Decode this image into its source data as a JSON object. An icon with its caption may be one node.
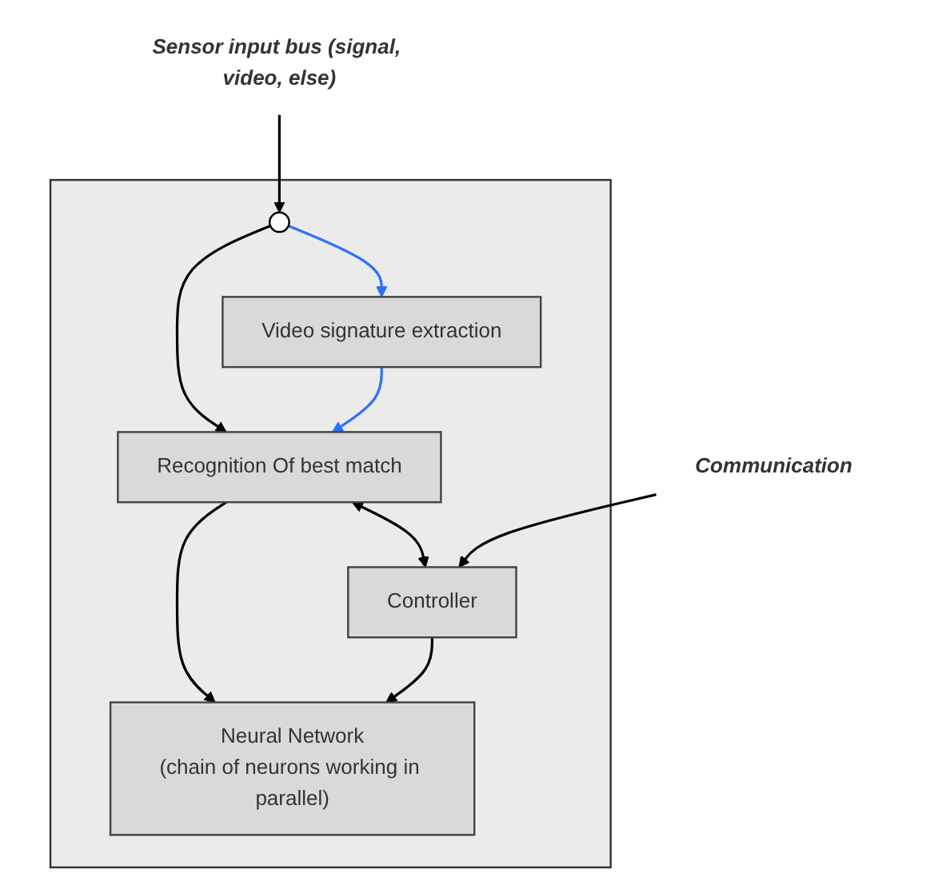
{
  "diagram": {
    "nodes": [
      {
        "text": [],
        "shape": "box"
      },
      {
        "text": [
          "Sensor input bus (signal, video, else)"
        ]
      },
      {
        "text": [],
        "shape": "circle",
        "in": 0
      },
      {
        "text": [
          "Video signature extraction"
        ],
        "in": 0
      },
      {
        "text": [
          "Recognition Of best match"
        ],
        "in": 0
      },
      {
        "text": [
          "Communication"
        ]
      },
      {
        "text": [
          "Controller"
        ],
        "in": 0
      },
      {
        "text": [
          "Neural Network",
          "(chain of neurons working in parallel)"
        ],
        "in": 0
      }
    ],
    "edges": [
      {
        "from": 1,
        "to": 2,
        "arrow": "to"
      },
      {
        "from": 2,
        "to": 3,
        "arrow": "to",
        "color": "#2f6fff"
      },
      {
        "from": 2,
        "to": 4,
        "arrow": "to"
      },
      {
        "from": 3,
        "to": 4,
        "arrow": "to",
        "color": "#2f6fff"
      },
      {
        "from": 5,
        "to": 6,
        "arrow": "to"
      },
      {
        "from": 4,
        "to": 6,
        "arrow": "both"
      },
      {
        "from": 4,
        "to": 7,
        "arrow": "to"
      },
      {
        "from": 6,
        "to": 7,
        "arrow": "to"
      }
    ]
  }
}
